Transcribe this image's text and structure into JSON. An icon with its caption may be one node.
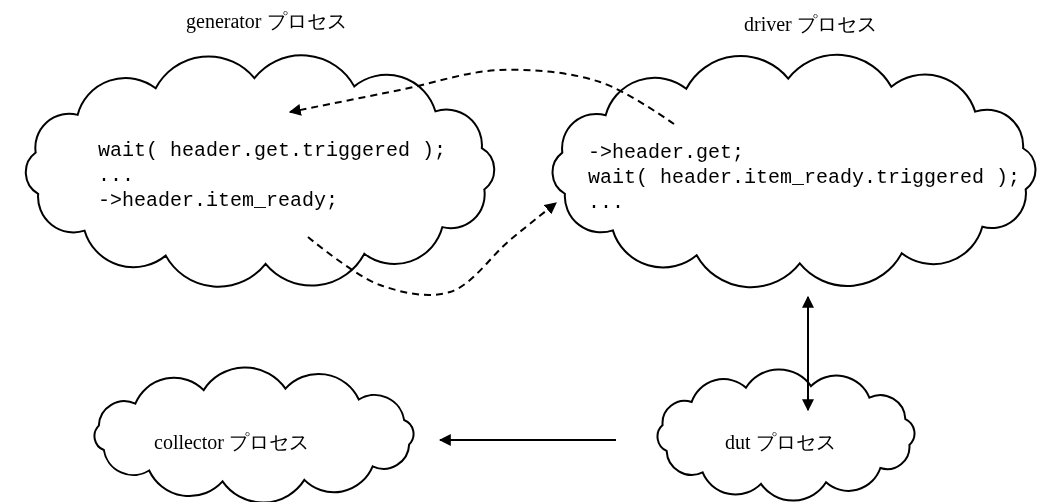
{
  "diagram": {
    "nodes": [
      {
        "text": [
          "generator プロセス",
          "wait( header.get.triggered );",
          "...",
          "->header.item_ready;"
        ]
      },
      {
        "text": [
          "driver プロセス",
          "->header.get;",
          "wait( header.item_ready.triggered );",
          "..."
        ]
      },
      {
        "text": [
          "collector プロセス"
        ]
      },
      {
        "text": [
          "dut プロセス"
        ]
      }
    ],
    "edges": [
      {
        "from": 1,
        "to": 0,
        "arrow": "to",
        "style": "dashed"
      },
      {
        "from": 0,
        "to": 1,
        "arrow": "to",
        "style": "dashed"
      },
      {
        "from": 1,
        "to": 3,
        "arrow": "both"
      },
      {
        "from": 3,
        "to": 2,
        "arrow": "to"
      }
    ]
  }
}
